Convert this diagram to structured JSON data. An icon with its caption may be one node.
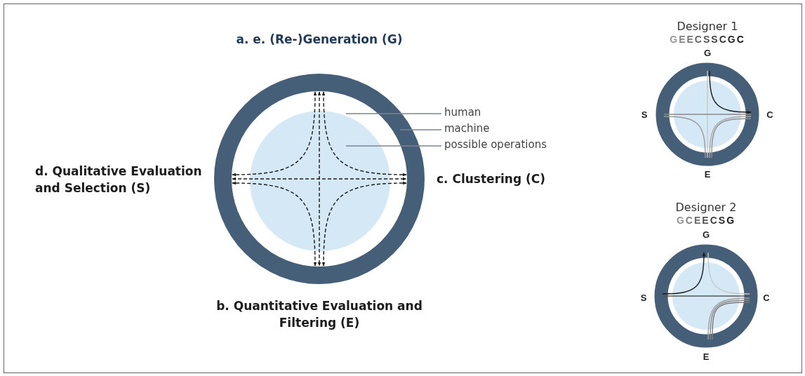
{
  "diagram": {
    "nodes": [
      {
        "text": [
          "a. e. (Re-)Generation (G)"
        ]
      },
      {
        "text": [
          "d. Qualitative Evaluation and Selection (S)"
        ]
      },
      {
        "text": [
          "c. Clustering (C)"
        ]
      },
      {
        "text": [
          "b. Quantitative Evaluation and Filtering (E)"
        ]
      },
      {
        "text": [
          "human"
        ]
      },
      {
        "text": [
          "machine"
        ]
      },
      {
        "text": [
          "possible operations"
        ]
      },
      {
        "text": [
          "G"
        ]
      },
      {
        "text": [
          "S"
        ]
      },
      {
        "text": [
          "C"
        ]
      },
      {
        "text": [
          "E"
        ]
      },
      {
        "text": [
          "G"
        ]
      },
      {
        "text": [
          "S"
        ]
      },
      {
        "text": [
          "C"
        ]
      },
      {
        "text": [
          "E"
        ]
      }
    ],
    "edges": [
      {
        "from": 0,
        "to": 3,
        "arrow": "both",
        "style": "dashed"
      },
      {
        "from": 1,
        "to": 2,
        "arrow": "both",
        "style": "dashed"
      },
      {
        "from": 0,
        "to": 1,
        "arrow": "both",
        "style": "dashed"
      },
      {
        "from": 0,
        "to": 2,
        "arrow": "both",
        "style": "dashed"
      },
      {
        "from": 3,
        "to": 1,
        "arrow": "both",
        "style": "dashed"
      },
      {
        "from": 3,
        "to": 2,
        "arrow": "both",
        "style": "dashed"
      },
      {
        "from": 4,
        "to": null,
        "arrow": "none",
        "color": "#7a8590"
      },
      {
        "from": 5,
        "to": null,
        "arrow": "none",
        "color": "#7a8590"
      },
      {
        "from": 6,
        "to": null,
        "arrow": "none",
        "color": "#7a8590"
      },
      {
        "from": 7,
        "to": 10,
        "arrow": "none",
        "color": "#c8c8c8"
      },
      {
        "from": 10,
        "to": 8,
        "arrow": "none",
        "color": "#9a9a9a"
      },
      {
        "from": 10,
        "to": 9,
        "arrow": "none",
        "color": "#a8a8a8"
      },
      {
        "from": 10,
        "to": 9,
        "arrow": "none",
        "color": "#909090"
      },
      {
        "from": 8,
        "to": 9,
        "arrow": "none",
        "color": "#8a8a8a"
      },
      {
        "from": 7,
        "to": 9,
        "arrow": "to"
      },
      {
        "from": 11,
        "to": 13,
        "arrow": "none",
        "color": "#c8c8c8"
      },
      {
        "from": 13,
        "to": 14,
        "arrow": "none",
        "color": "#a0a0a0"
      },
      {
        "from": 14,
        "to": 13,
        "arrow": "none",
        "color": "#8a8a8a"
      },
      {
        "from": 13,
        "to": 14,
        "arrow": "none",
        "color": "#7a7a7a"
      },
      {
        "from": 13,
        "to": 12,
        "arrow": "none",
        "color": "#555555"
      },
      {
        "from": 12,
        "to": 11,
        "arrow": "to"
      }
    ],
    "labels": [
      "Designer 1",
      "GEECSSCGC",
      "Designer 2",
      "GCEECSG"
    ]
  }
}
